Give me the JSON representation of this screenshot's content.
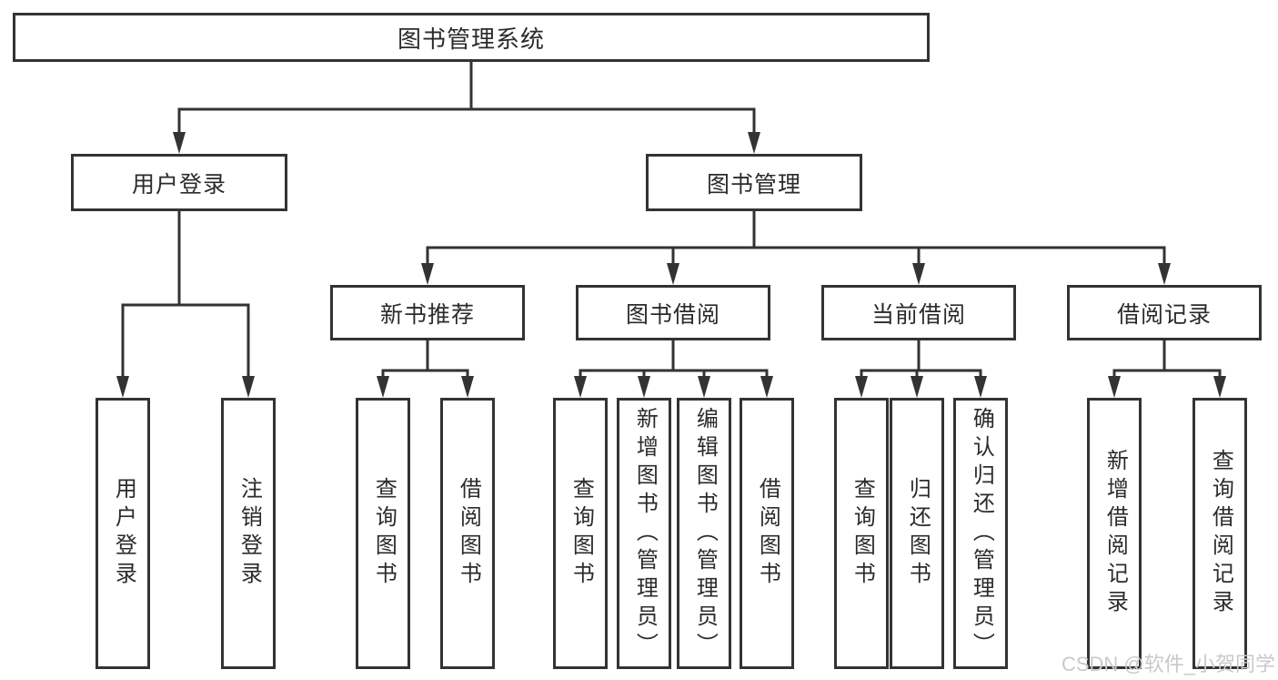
{
  "colors": {
    "line": "#333333",
    "box_border": "#333333",
    "text": "#2b2b2b",
    "background": "#ffffff",
    "watermark": "#c9c9c9"
  },
  "watermark": {
    "text": "CSDN @软件_小贺同学"
  },
  "tree": {
    "root": {
      "label": "图书管理系统",
      "children": [
        {
          "label": "用户登录",
          "children": [
            {
              "label": "用户登录"
            },
            {
              "label": "注销登录"
            }
          ]
        },
        {
          "label": "图书管理",
          "children": [
            {
              "label": "新书推荐",
              "children": [
                {
                  "label": "查询图书"
                },
                {
                  "label": "借阅图书"
                }
              ]
            },
            {
              "label": "图书借阅",
              "children": [
                {
                  "label": "查询图书"
                },
                {
                  "label": "新增图书（管理员）"
                },
                {
                  "label": "编辑图书（管理员）"
                },
                {
                  "label": "借阅图书"
                }
              ]
            },
            {
              "label": "当前借阅",
              "children": [
                {
                  "label": "查询图书"
                },
                {
                  "label": "归还图书"
                },
                {
                  "label": "确认归还（管理员）"
                }
              ]
            },
            {
              "label": "借阅记录",
              "children": [
                {
                  "label": "新增借阅记录"
                },
                {
                  "label": "查询借阅记录"
                }
              ]
            }
          ]
        }
      ]
    }
  }
}
